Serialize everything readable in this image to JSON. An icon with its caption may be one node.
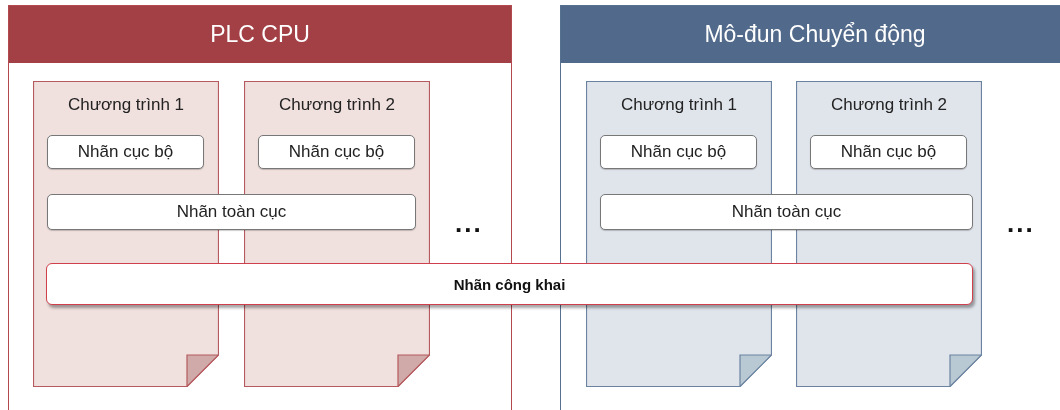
{
  "diagram": {
    "nodes": [
      {
        "text": [
          "PLC CPU"
        ]
      },
      {
        "text": [
          "Chương trình 1"
        ],
        "in": 0
      },
      {
        "text": [
          "Nhãn cục bộ"
        ],
        "in": 1
      },
      {
        "text": [
          "Chương trình 2"
        ],
        "in": 0
      },
      {
        "text": [
          "Nhãn cục bộ"
        ],
        "in": 3
      },
      {
        "text": [
          "Nhãn toàn cục"
        ],
        "in": 0
      },
      {
        "text": [
          "Mô-đun Chuyển động"
        ]
      },
      {
        "text": [
          "Chương trình 1"
        ],
        "in": 6
      },
      {
        "text": [
          "Nhãn cục bộ"
        ],
        "in": 7
      },
      {
        "text": [
          "Chương trình 2"
        ],
        "in": 6
      },
      {
        "text": [
          "Nhãn cục bộ"
        ],
        "in": 9
      },
      {
        "text": [
          "Nhãn toàn cục"
        ],
        "in": 6
      },
      {
        "text": [
          "Nhãn công khai"
        ]
      }
    ],
    "labels": [
      "...",
      "..."
    ]
  }
}
